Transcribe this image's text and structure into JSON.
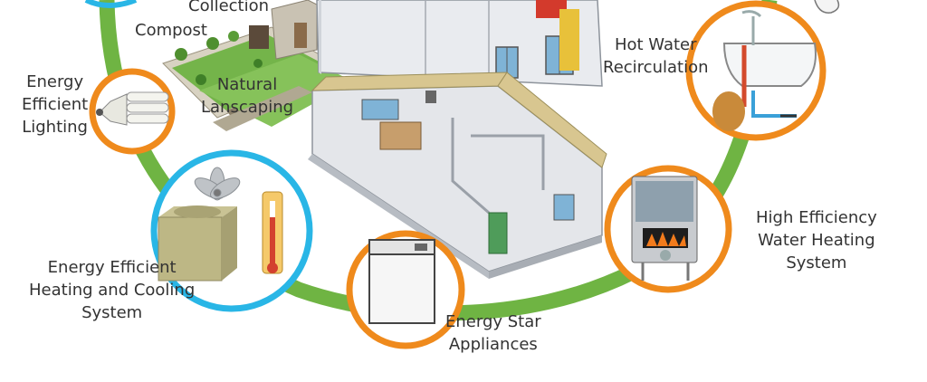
{
  "diagram": {
    "colors": {
      "ring": "#6fb443",
      "orange_circle": "#ef8a1c",
      "blue_circle": "#29b6e6",
      "house_wall": "#e9ebef",
      "roof_edge": "#d8c690",
      "lawn": "#74b44a"
    },
    "labels": {
      "collection": "Collection",
      "compost": "Compost",
      "lighting": [
        "Energy",
        "Efficient",
        "Lighting"
      ],
      "landscaping": [
        "Natural",
        "Lanscaping"
      ],
      "hot_water": [
        "Hot Water",
        "Recirculation"
      ],
      "water_heating": [
        "High Efficiency",
        "Water Heating",
        "System"
      ],
      "hvac": [
        "Energy Efficient",
        "Heating and Cooling",
        "System"
      ],
      "appliances": [
        "Energy Star",
        "Appliances"
      ]
    },
    "icons": [
      "light-bulb-icon",
      "fan-icon",
      "thermometer-icon",
      "ac-unit-icon",
      "appliance-icon",
      "water-heater-icon",
      "bathtub-icon",
      "house-illustration"
    ]
  }
}
